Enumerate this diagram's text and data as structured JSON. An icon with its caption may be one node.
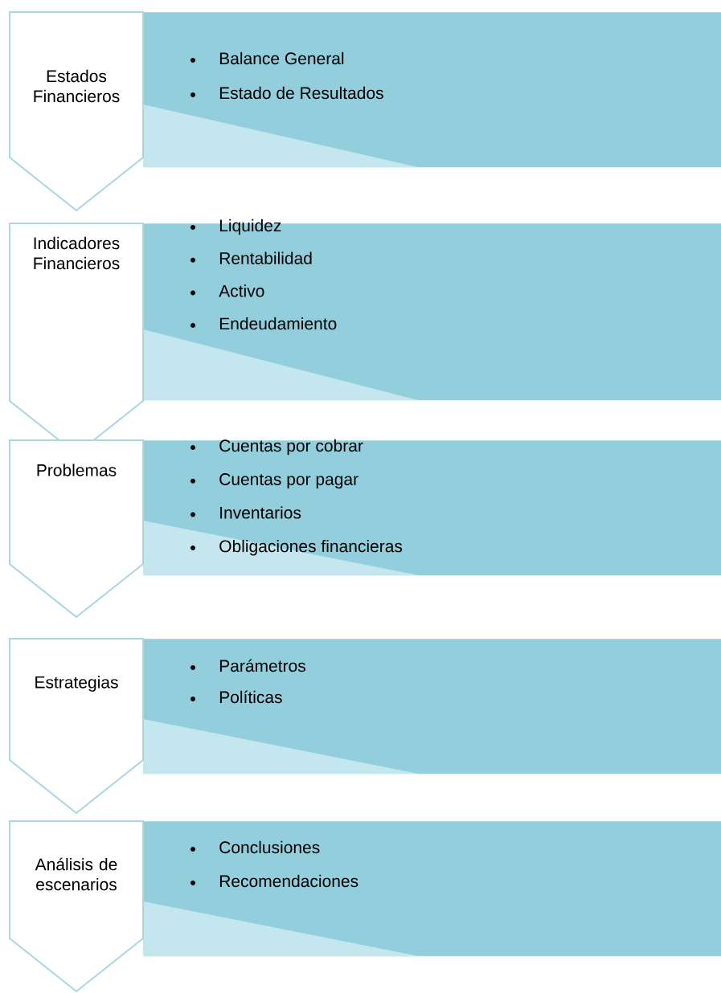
{
  "diagram": {
    "nodes": [
      {
        "text": [
          "Estados Financieros"
        ]
      },
      {
        "text": [
          "Balance General",
          "Estado de Resultados"
        ]
      },
      {
        "text": [
          "Indicadores Financieros"
        ]
      },
      {
        "text": [
          "Liquidez",
          "Rentabilidad",
          "Activo",
          "Endeudamiento"
        ]
      },
      {
        "text": [
          "Problemas"
        ]
      },
      {
        "text": [
          "Cuentas por cobrar",
          "Cuentas por pagar",
          "Inventarios",
          "Obligaciones financieras"
        ]
      },
      {
        "text": [
          "Estrategias"
        ]
      },
      {
        "text": [
          "Parámetros",
          "Políticas"
        ]
      },
      {
        "text": [
          "Análisis de escenarios"
        ]
      },
      {
        "text": [
          "Conclusiones",
          "Recomendaciones"
        ]
      }
    ]
  }
}
